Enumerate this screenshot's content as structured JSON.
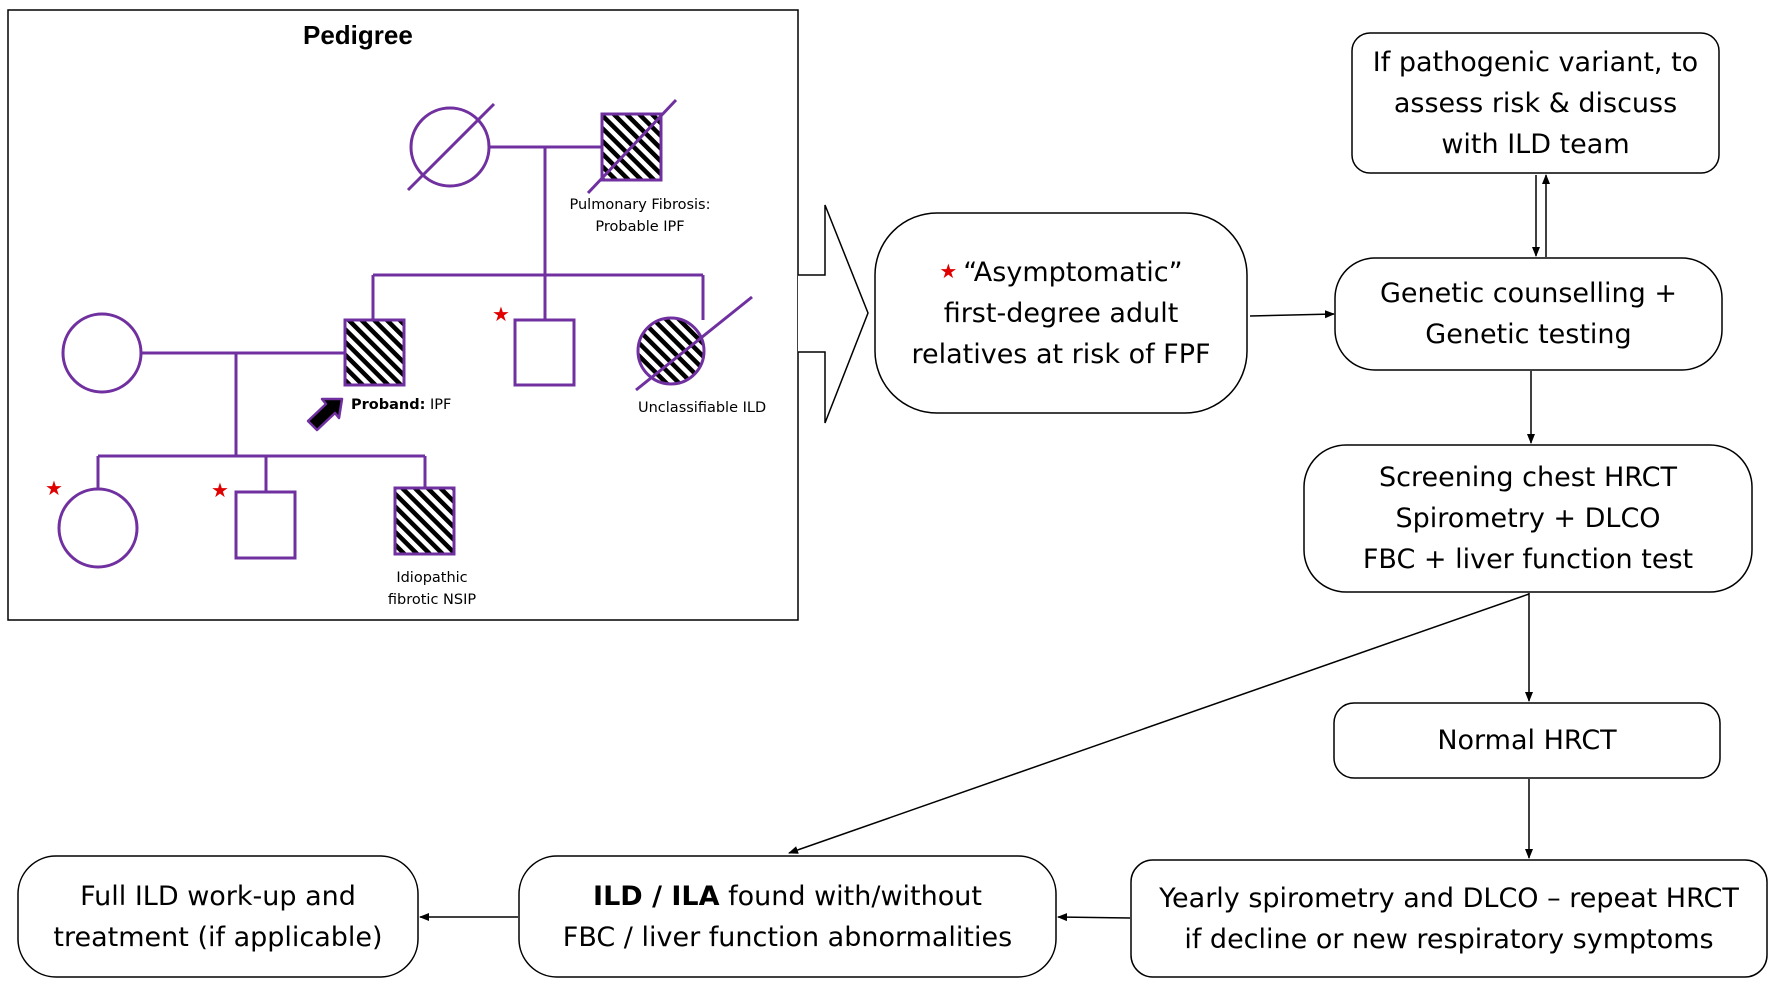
{
  "colors": {
    "pedigree_line": "#7030a0",
    "star": "#e00000",
    "box_border": "#000000"
  },
  "pedigree": {
    "title": "Pedigree",
    "grandfather_label_1": "Pulmonary Fibrosis:",
    "grandfather_label_2": "Probable IPF",
    "proband_label_bold": "Proband:",
    "proband_label_rest": " IPF",
    "sister_label": "Unclassifiable ILD",
    "child_label_1": "Idiopathic",
    "child_label_2": "fibrotic NSIP",
    "star_symbol": "★"
  },
  "flow": {
    "at_risk": {
      "star": "★",
      "line1": "“Asymptomatic”",
      "line2": "first-degree adult",
      "line3": "relatives at risk of FPF"
    },
    "pathogenic": {
      "line1": "If pathogenic variant, to",
      "line2": "assess risk & discuss",
      "line3": "with ILD team"
    },
    "genetic": {
      "line1": "Genetic counselling +",
      "line2": "Genetic testing"
    },
    "screening": {
      "line1": "Screening chest HRCT",
      "line2": "Spirometry + DLCO",
      "line3": "FBC + liver function test"
    },
    "normal": {
      "line1": "Normal HRCT"
    },
    "yearly": {
      "line1": "Yearly spirometry and DLCO – repeat HRCT",
      "line2": "if decline or new respiratory symptoms"
    },
    "ild_found": {
      "line1_bold": "ILD / ILA",
      "line1_rest": " found with/without",
      "line2": "FBC / liver function abnormalities"
    },
    "full_workup": {
      "line1": "Full ILD work-up and",
      "line2": "treatment (if applicable)"
    }
  }
}
